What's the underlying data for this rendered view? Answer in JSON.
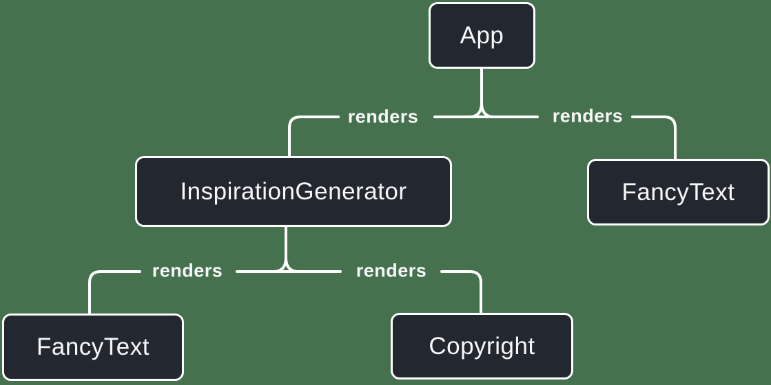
{
  "colors": {
    "background": "#46714e",
    "node_fill": "#23272f",
    "node_border": "#ffffff",
    "connector": "#ffffff",
    "text": "#f6f7f9"
  },
  "nodes": [
    {
      "id": "app",
      "label": "App"
    },
    {
      "id": "inspiration-generator",
      "label": "InspirationGenerator"
    },
    {
      "id": "fancy-text-top",
      "label": "FancyText"
    },
    {
      "id": "fancy-text-bottom",
      "label": "FancyText"
    },
    {
      "id": "copyright",
      "label": "Copyright"
    }
  ],
  "edges": [
    {
      "from": "App",
      "to": "InspirationGenerator",
      "label": "renders"
    },
    {
      "from": "App",
      "to": "FancyText",
      "label": "renders"
    },
    {
      "from": "InspirationGenerator",
      "to": "FancyText",
      "label": "renders"
    },
    {
      "from": "InspirationGenerator",
      "to": "Copyright",
      "label": "renders"
    }
  ]
}
